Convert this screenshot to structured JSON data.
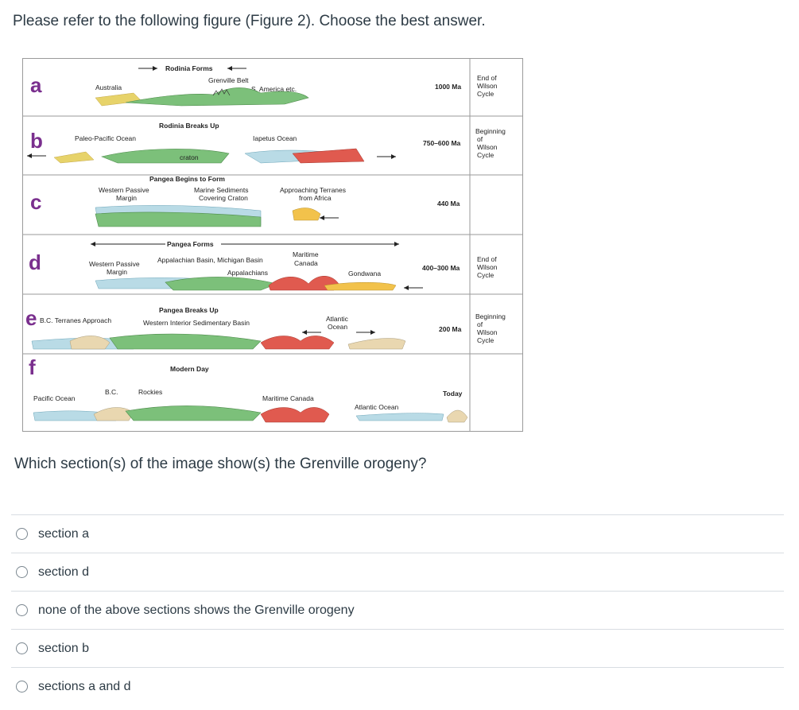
{
  "prompt": "Please refer to the following figure (Figure 2). Choose the best answer.",
  "question": "Which section(s) of the image show(s) the Grenville orogeny?",
  "figure": {
    "colors": {
      "letter": "#7a2f8e",
      "green": "#7cc07a",
      "blue": "#b9dbe6",
      "red": "#e05a4f",
      "yellow": "#e7d36a",
      "tan": "#e9d7b0"
    },
    "sections": [
      {
        "letter": "a",
        "title": "Rodinia Forms",
        "age": "1000 Ma",
        "cycle": [
          "End of",
          "Wilson",
          "Cycle"
        ],
        "labels": [
          "Grenville Belt",
          "S. America etc.",
          "Australia"
        ]
      },
      {
        "letter": "b",
        "title": "Rodinia Breaks Up",
        "age": "750–600 Ma",
        "cycle": [
          "Beginning",
          "of",
          "Wilson",
          "Cycle"
        ],
        "labels": [
          "Paleo-Pacific Ocean",
          "Iapetus Ocean",
          "craton"
        ]
      },
      {
        "letter": "c",
        "title": "Pangea Begins to Form",
        "age": "440 Ma",
        "cycle": [],
        "labels": [
          "Western Passive",
          "Margin",
          "Marine Sediments",
          "Covering Craton",
          "Approaching Terranes",
          "from Africa"
        ]
      },
      {
        "letter": "d",
        "title": "Pangea Forms",
        "age": "400–300 Ma",
        "cycle": [
          "End of",
          "Wilson",
          "Cycle"
        ],
        "labels": [
          "Western Passive",
          "Margin",
          "Appalachian Basin, Michigan Basin",
          "Appalachians",
          "Maritime",
          "Canada",
          "Gondwana"
        ]
      },
      {
        "letter": "e",
        "title": "Pangea Breaks Up",
        "age": "200 Ma",
        "cycle": [
          "Beginning",
          "of",
          "Wilson",
          "Cycle"
        ],
        "labels": [
          "B.C. Terranes Approach",
          "Western Interior Sedimentary Basin",
          "Atlantic",
          "Ocean"
        ]
      },
      {
        "letter": "f",
        "title": "Modern Day",
        "age": "Today",
        "cycle": [],
        "labels": [
          "B.C.",
          "Rockies",
          "Pacific Ocean",
          "Maritime Canada",
          "Atlantic Ocean"
        ]
      }
    ]
  },
  "answers": [
    {
      "label": "section a"
    },
    {
      "label": "section d"
    },
    {
      "label": "none of the above sections shows the Grenville orogeny"
    },
    {
      "label": "section b"
    },
    {
      "label": "sections a and d"
    }
  ]
}
